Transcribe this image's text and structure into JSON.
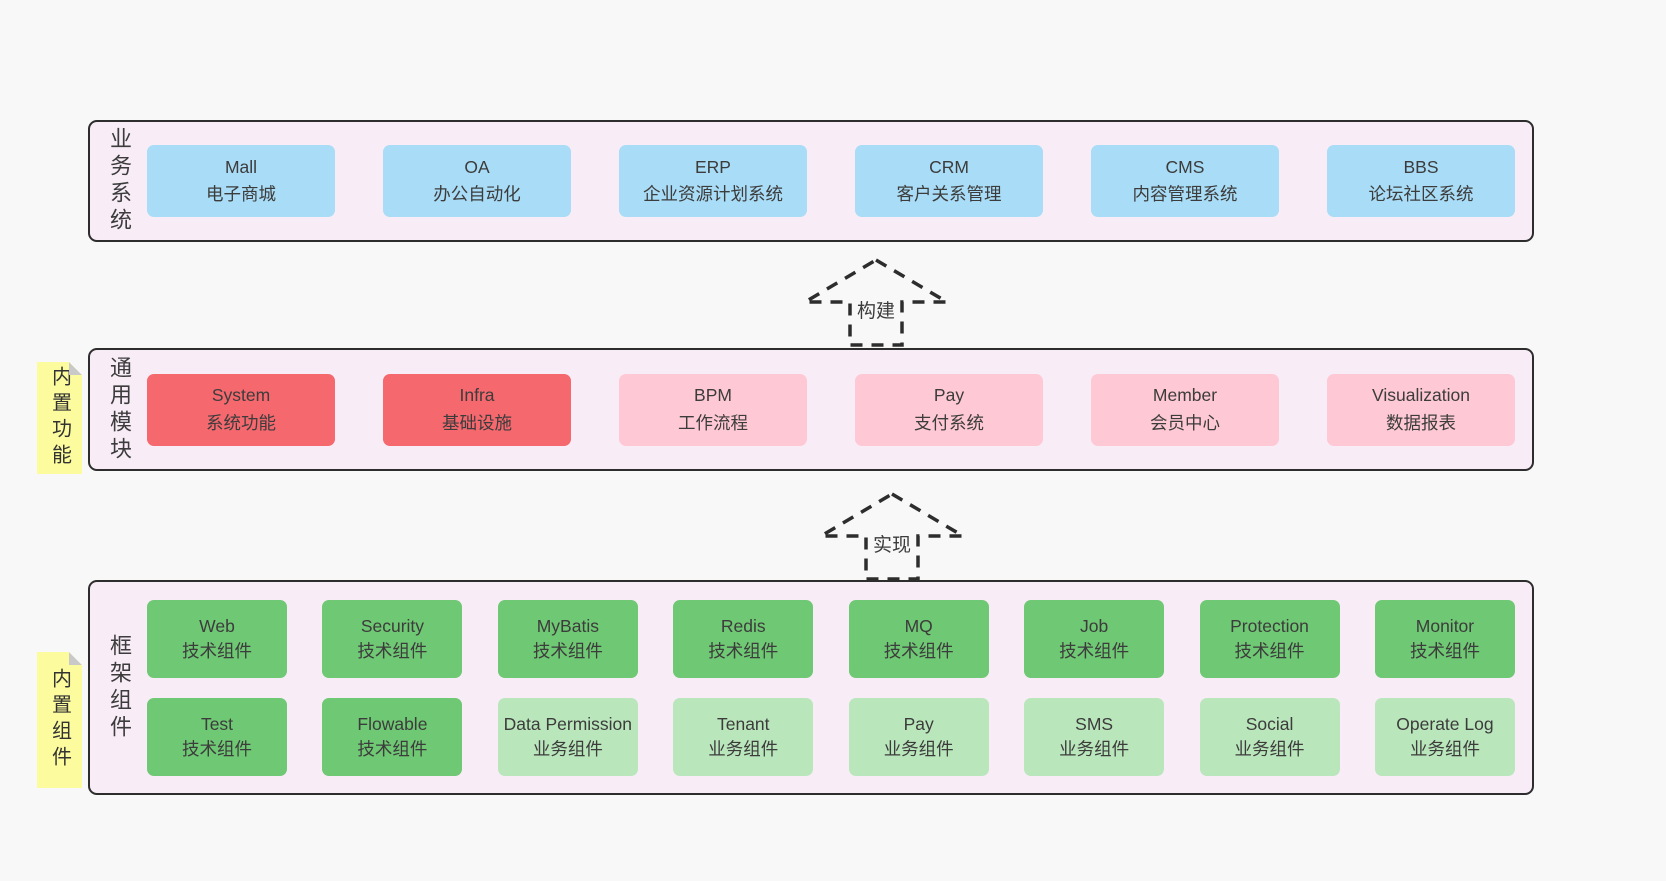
{
  "colors": {
    "page-bg": "#f8f8f8",
    "layer-bg": "#f8edf7",
    "line": "#2d2d2d",
    "text": "#3c3c3c",
    "blue": "#a9dcf6",
    "red": "#f4686e",
    "pink": "#fec9d4",
    "green": "#6fc873",
    "green-light": "#bae6bb",
    "sticky": "#fcfc9e",
    "fold": "#c9c9c9"
  },
  "arrows": [
    {
      "label": "构建"
    },
    {
      "label": "实现"
    }
  ],
  "layers": [
    {
      "label": "业务系统",
      "boxes": [
        {
          "title": "Mall",
          "subtitle": "电子商城"
        },
        {
          "title": "OA",
          "subtitle": "办公自动化"
        },
        {
          "title": "ERP",
          "subtitle": "企业资源计划系统"
        },
        {
          "title": "CRM",
          "subtitle": "客户关系管理"
        },
        {
          "title": "CMS",
          "subtitle": "内容管理系统"
        },
        {
          "title": "BBS",
          "subtitle": "论坛社区系统"
        }
      ]
    },
    {
      "label": "通用模块",
      "sticky": "内置功能",
      "boxes": [
        {
          "title": "System",
          "subtitle": "系统功能"
        },
        {
          "title": "Infra",
          "subtitle": "基础设施"
        },
        {
          "title": "BPM",
          "subtitle": "工作流程"
        },
        {
          "title": "Pay",
          "subtitle": "支付系统"
        },
        {
          "title": "Member",
          "subtitle": "会员中心"
        },
        {
          "title": "Visualization",
          "subtitle": "数据报表"
        }
      ]
    },
    {
      "label": "框架组件",
      "sticky": "内置组件",
      "rows": [
        [
          {
            "title": "Web",
            "subtitle": "技术组件"
          },
          {
            "title": "Security",
            "subtitle": "技术组件"
          },
          {
            "title": "MyBatis",
            "subtitle": "技术组件"
          },
          {
            "title": "Redis",
            "subtitle": "技术组件"
          },
          {
            "title": "MQ",
            "subtitle": "技术组件"
          },
          {
            "title": "Job",
            "subtitle": "技术组件"
          },
          {
            "title": "Protection",
            "subtitle": "技术组件"
          },
          {
            "title": "Monitor",
            "subtitle": "技术组件"
          }
        ],
        [
          {
            "title": "Test",
            "subtitle": "技术组件"
          },
          {
            "title": "Flowable",
            "subtitle": "技术组件"
          },
          {
            "title": "Data Permission",
            "subtitle": "业务组件"
          },
          {
            "title": "Tenant",
            "subtitle": "业务组件"
          },
          {
            "title": "Pay",
            "subtitle": "业务组件"
          },
          {
            "title": "SMS",
            "subtitle": "业务组件"
          },
          {
            "title": "Social",
            "subtitle": "业务组件"
          },
          {
            "title": "Operate Log",
            "subtitle": "业务组件"
          }
        ]
      ]
    }
  ]
}
